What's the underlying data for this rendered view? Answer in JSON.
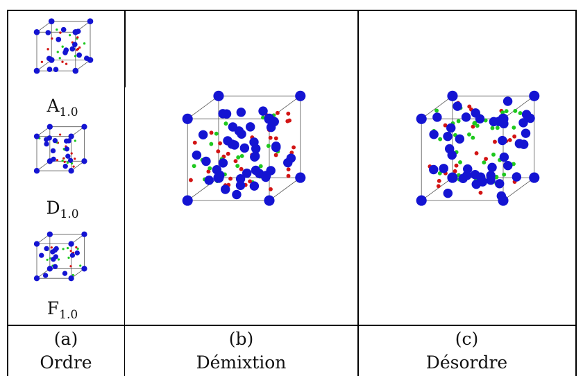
{
  "colors": {
    "large_atom": "#1414d2",
    "small_red": "#d21414",
    "small_green": "#1ec81e",
    "frame": "#555555"
  },
  "left_column": {
    "structures": [
      {
        "base": "A",
        "sub": "1.0"
      },
      {
        "base": "D",
        "sub": "1.0"
      },
      {
        "base": "F",
        "sub": "1.0"
      }
    ]
  },
  "columns": [
    {
      "letter": "(a)",
      "caption": "Ordre"
    },
    {
      "letter": "(b)",
      "caption": "Démixtion"
    },
    {
      "letter": "(c)",
      "caption": "Désordre"
    }
  ]
}
